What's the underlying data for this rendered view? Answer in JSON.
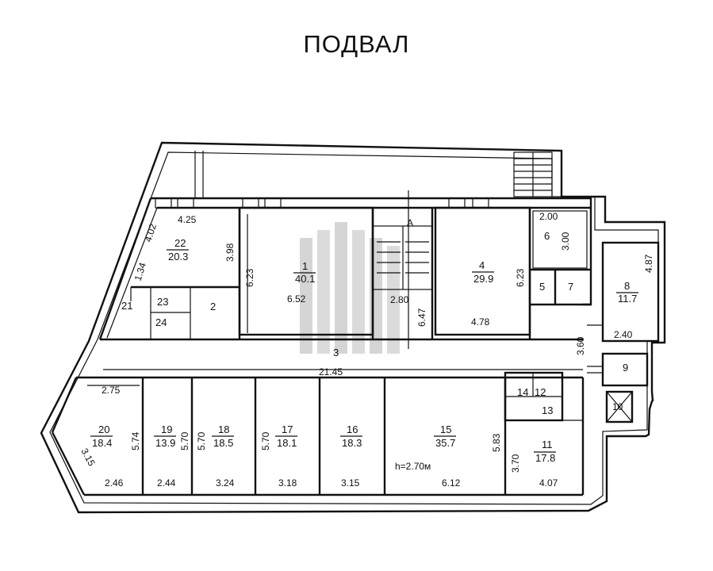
{
  "title": "ПОДВАЛ",
  "rooms": [
    {
      "id": "1",
      "num": "1",
      "area": "40.1"
    },
    {
      "id": "2",
      "num": "2",
      "area": ""
    },
    {
      "id": "3",
      "num": "3",
      "area": ""
    },
    {
      "id": "4",
      "num": "4",
      "area": "29.9"
    },
    {
      "id": "5",
      "num": "5",
      "area": ""
    },
    {
      "id": "6",
      "num": "6",
      "area": ""
    },
    {
      "id": "7",
      "num": "7",
      "area": ""
    },
    {
      "id": "8",
      "num": "8",
      "area": "11.7"
    },
    {
      "id": "9",
      "num": "9",
      "area": ""
    },
    {
      "id": "10",
      "num": "10",
      "area": ""
    },
    {
      "id": "11",
      "num": "11",
      "area": "17.8"
    },
    {
      "id": "12",
      "num": "12",
      "area": ""
    },
    {
      "id": "13",
      "num": "13",
      "area": ""
    },
    {
      "id": "14",
      "num": "14",
      "area": ""
    },
    {
      "id": "15",
      "num": "15",
      "area": "35.7"
    },
    {
      "id": "16",
      "num": "16",
      "area": "18.3"
    },
    {
      "id": "17",
      "num": "17",
      "area": "18.1"
    },
    {
      "id": "18",
      "num": "18",
      "area": "18.5"
    },
    {
      "id": "19",
      "num": "19",
      "area": "13.9"
    },
    {
      "id": "20",
      "num": "20",
      "area": "18.4"
    },
    {
      "id": "21",
      "num": "21",
      "area": ""
    },
    {
      "id": "22",
      "num": "22",
      "area": "20.3"
    },
    {
      "id": "23",
      "num": "23",
      "area": ""
    },
    {
      "id": "24",
      "num": "24",
      "area": ""
    }
  ],
  "dimensions": {
    "d_425": "4.25",
    "d_402": "4.02",
    "d_398": "3.98",
    "d_134": "1.34",
    "d_623a": "6.23",
    "d_652": "6.52",
    "d_280": "2.80",
    "d_647": "6.47",
    "d_623b": "6.23",
    "d_478": "4.78",
    "d_200": "2.00",
    "d_300": "3.00",
    "d_487": "4.87",
    "d_240": "2.40",
    "d_360": "3.60",
    "d_2145": "21.45",
    "d_275": "2.75",
    "d_574": "5.74",
    "d_570a": "5.70",
    "d_570b": "5.70",
    "d_570c": "5.70",
    "d_583": "5.83",
    "d_370": "3.70",
    "d_315": "3.15",
    "d_246": "2.46",
    "d_244": "2.44",
    "d_324": "3.24",
    "d_318": "3.18",
    "d_315b": "3.15",
    "d_612": "6.12",
    "d_407": "4.07"
  },
  "height_note": "h=2.70м",
  "stair_label": "A"
}
